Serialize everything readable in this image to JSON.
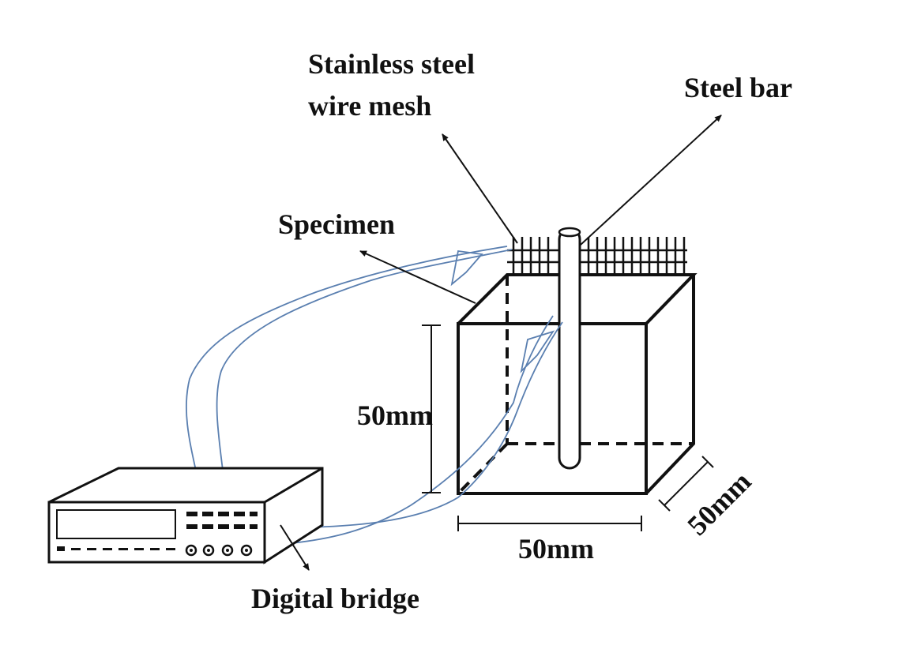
{
  "labels": {
    "mesh_line1": "Stainless steel",
    "mesh_line2": "wire mesh",
    "steel_bar": "Steel bar",
    "specimen": "Specimen",
    "height": "50mm",
    "width": "50mm",
    "depth": "50mm",
    "bridge": "Digital bridge"
  },
  "colors": {
    "ink": "#111111",
    "wire": "#5a7fb0"
  }
}
